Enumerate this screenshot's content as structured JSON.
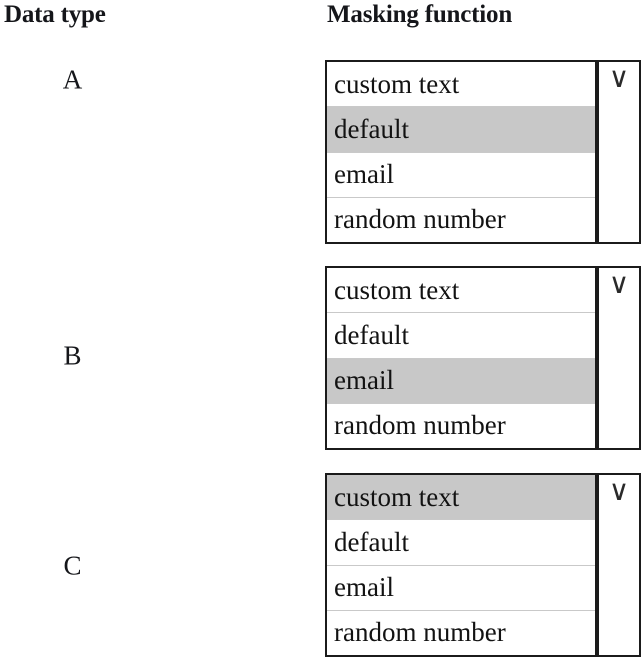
{
  "headers": {
    "data_type": "Data type",
    "masking_function": "Masking function"
  },
  "icons": {
    "chevron_down": "∨"
  },
  "colors": {
    "selected_background": "#c8c8c8",
    "row_background": "#ffffff",
    "border": "#1b1b1b",
    "separator": "#c9c9c9",
    "text": "#121212"
  },
  "options": [
    "custom text",
    "default",
    "email",
    "random number"
  ],
  "rows": [
    {
      "label": "A",
      "dropdown": {
        "name": "masking-function-select-a",
        "selected": "default",
        "options": [
          {
            "label": "custom text",
            "selected": false
          },
          {
            "label": "default",
            "selected": true
          },
          {
            "label": "email",
            "selected": false
          },
          {
            "label": "random number",
            "selected": false
          }
        ]
      }
    },
    {
      "label": "B",
      "dropdown": {
        "name": "masking-function-select-b",
        "selected": "email",
        "options": [
          {
            "label": "custom text",
            "selected": false
          },
          {
            "label": "default",
            "selected": false
          },
          {
            "label": "email",
            "selected": true
          },
          {
            "label": "random number",
            "selected": false
          }
        ]
      }
    },
    {
      "label": "C",
      "dropdown": {
        "name": "masking-function-select-c",
        "selected": "custom text",
        "options": [
          {
            "label": "custom text",
            "selected": true
          },
          {
            "label": "default",
            "selected": false
          },
          {
            "label": "email",
            "selected": false
          },
          {
            "label": "random number",
            "selected": false
          }
        ]
      }
    }
  ]
}
